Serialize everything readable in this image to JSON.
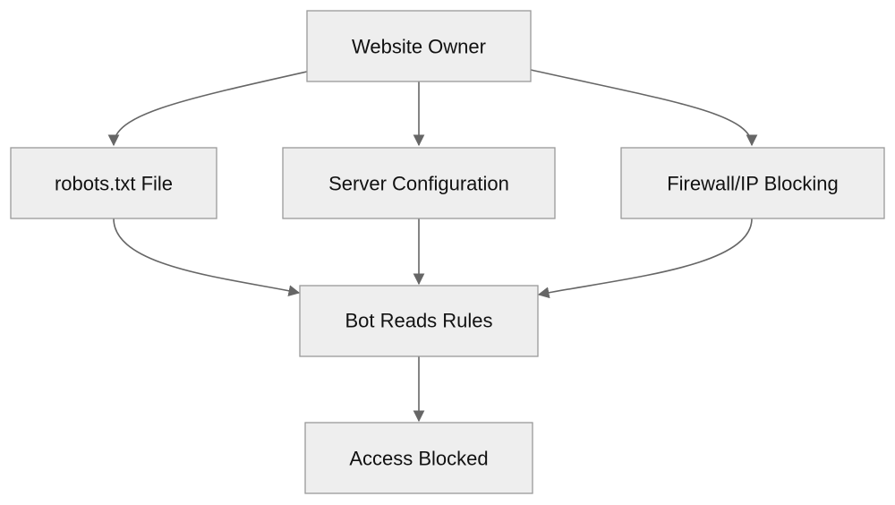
{
  "diagram": {
    "nodes": [
      {
        "id": "owner",
        "label": "Website Owner"
      },
      {
        "id": "robots",
        "label": "robots.txt File"
      },
      {
        "id": "server",
        "label": "Server Configuration"
      },
      {
        "id": "firewall",
        "label": "Firewall/IP Blocking"
      },
      {
        "id": "bot",
        "label": "Bot Reads Rules"
      },
      {
        "id": "blocked",
        "label": "Access Blocked"
      }
    ],
    "edges": [
      {
        "from": "owner",
        "to": "robots"
      },
      {
        "from": "owner",
        "to": "server"
      },
      {
        "from": "owner",
        "to": "firewall"
      },
      {
        "from": "robots",
        "to": "bot"
      },
      {
        "from": "server",
        "to": "bot"
      },
      {
        "from": "firewall",
        "to": "bot"
      },
      {
        "from": "bot",
        "to": "blocked"
      }
    ],
    "colors": {
      "node_fill": "#eeeeee",
      "node_border": "#999999",
      "edge": "#666666",
      "text": "#111111"
    }
  }
}
